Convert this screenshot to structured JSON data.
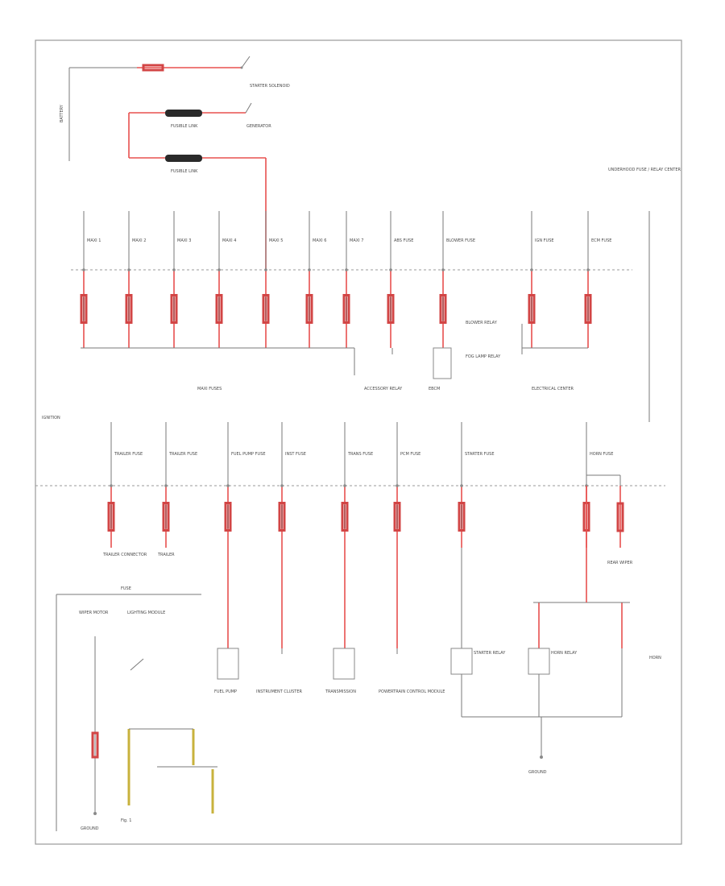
{
  "labels": {
    "battery": "BATTERY",
    "starter_solenoid": "STARTER SOLENOID",
    "generator": "GENERATOR",
    "fusible_link_a": "FUSIBLE LINK",
    "fusible_link_b": "FUSIBLE LINK",
    "fuse_block": "UNDERHOOD FUSE / RELAY CENTER",
    "maxi_fuses": "MAXI FUSES",
    "accessory_relay": "ACCESSORY RELAY",
    "blower_relay": "BLOWER RELAY",
    "brake_module": "EBCM",
    "electrical_center": "ELECTRICAL CENTER",
    "fog_relay": "FOG LAMP RELAY",
    "trailer_left": "TRAILER CONNECTOR",
    "trailer_right": "TRAILER",
    "fuel_pump": "FUEL PUMP",
    "instrument_cluster": "INSTRUMENT CLUSTER",
    "transmission": "TRANSMISSION",
    "powertrain": "POWERTRAIN CONTROL MODULE",
    "starter_relay": "STARTER RELAY",
    "horn_relay": "HORN RELAY",
    "horn": "HORN",
    "rear_wiper": "REAR WIPER",
    "grounds": "GROUND",
    "left_ground": "GROUND",
    "ignition": "IGNITION",
    "fuse_notes": "FUSE",
    "wiper_motor": "WIPER MOTOR",
    "lighting_module": "LIGHTING MODULE",
    "page_ref": "Fig. 1"
  },
  "fuses_top": [
    {
      "label": "MAXI 1"
    },
    {
      "label": "MAXI 2"
    },
    {
      "label": "MAXI 3"
    },
    {
      "label": "MAXI 4"
    },
    {
      "label": "MAXI 5"
    },
    {
      "label": "MAXI 6"
    },
    {
      "label": "MAXI 7"
    },
    {
      "label": "ABS FUSE"
    },
    {
      "label": "BLOWER FUSE"
    },
    {
      "label": "IGN FUSE"
    },
    {
      "label": "ECM FUSE"
    }
  ],
  "fuses_bottom": [
    {
      "label": "TRAILER FUSE"
    },
    {
      "label": "TRAILER FUSE"
    },
    {
      "label": "FUEL PUMP FUSE"
    },
    {
      "label": "INST FUSE"
    },
    {
      "label": "TRANS FUSE"
    },
    {
      "label": "PCM FUSE"
    },
    {
      "label": "STARTER FUSE"
    },
    {
      "label": "HORN FUSE"
    }
  ]
}
